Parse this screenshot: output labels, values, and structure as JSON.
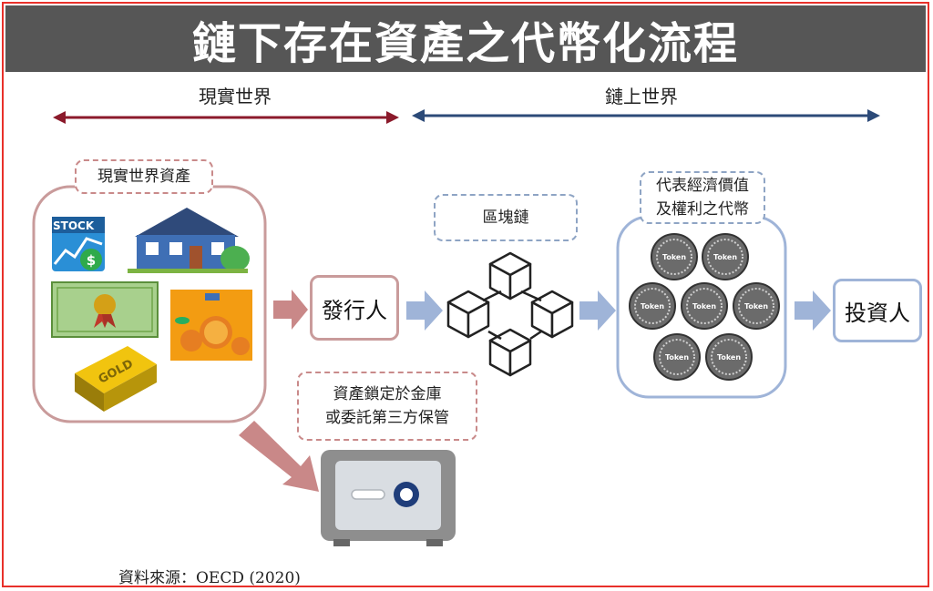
{
  "title": "鏈下存在資產之代幣化流程",
  "real_world_label": "現實世界",
  "onchain_label": "鏈上世界",
  "real_assets_label": "現實世界資產",
  "stock_label": "STOCK",
  "gold_label": "GOLD",
  "issuer_label": "發行人",
  "blockchain_label": "區塊鏈",
  "token_value_label": [
    "代表經濟價值",
    "及權利之代幣"
  ],
  "token_label": "Token",
  "investor_label": "投資人",
  "custody_label": [
    "資產鎖定於金庫",
    "或委託第三方保管"
  ],
  "source_label": "資料來源：OECD (2020)",
  "colors": {
    "title_bg": "#565656",
    "real_world_arrow": "#8b1a2b",
    "onchain_arrow": "#2c4a78",
    "pink_arrow": "#c98888",
    "blue_arrow": "#9fb4d8",
    "frame": "#e8302a"
  }
}
